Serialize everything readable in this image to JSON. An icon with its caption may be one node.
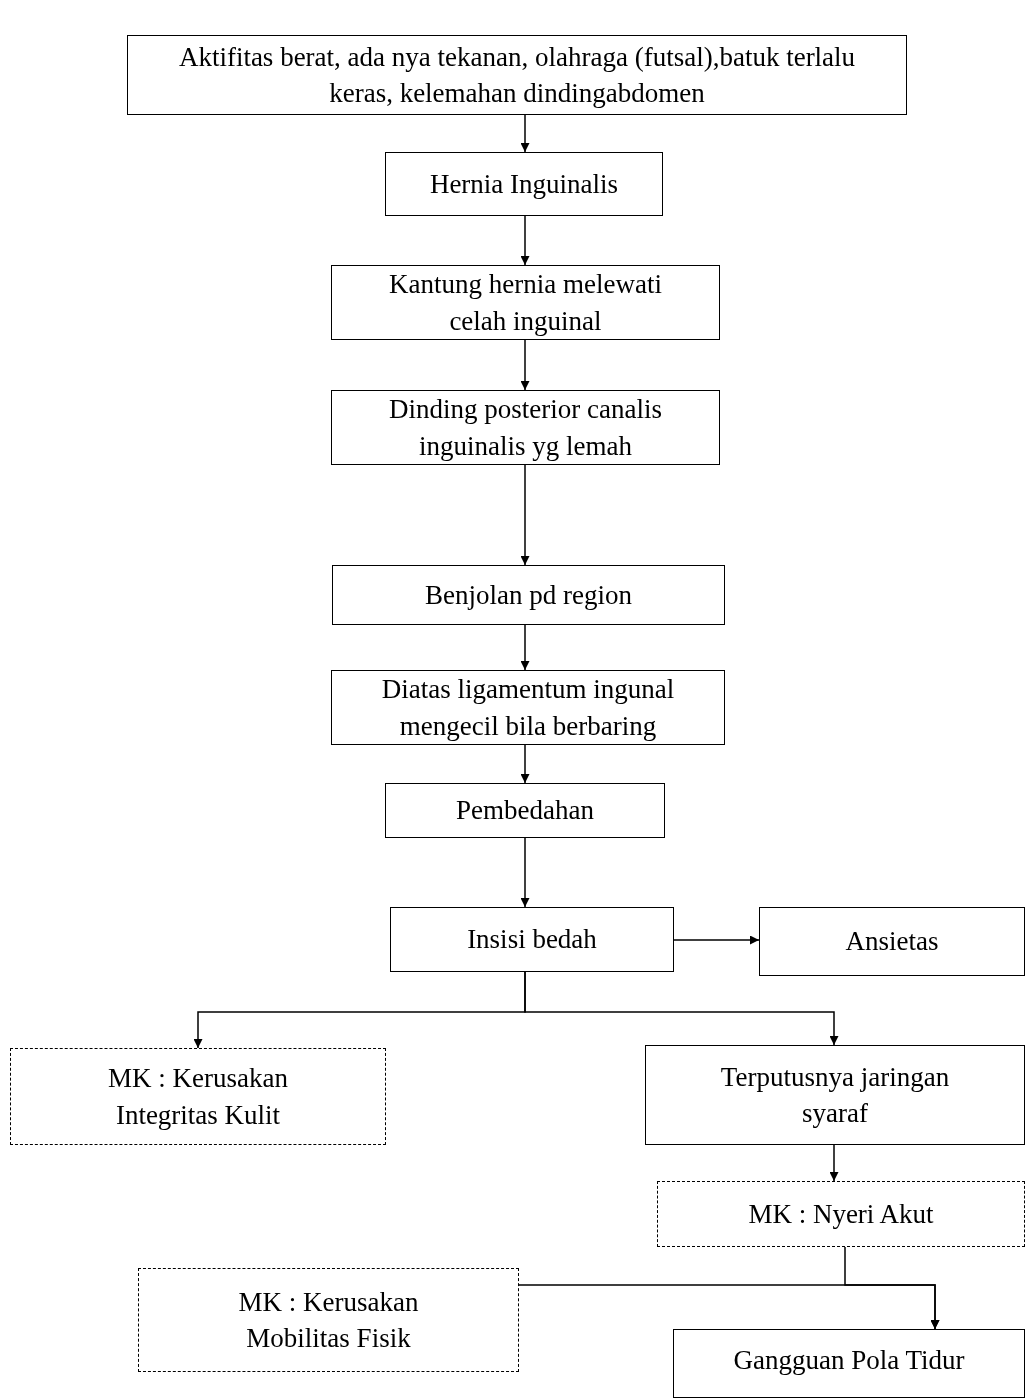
{
  "diagram": {
    "nodes": [
      {
        "text": [
          "Aktifitas berat, ada nya tekanan, olahraga (futsal),batuk terlalu keras, kelemahan dindingabdomen"
        ]
      },
      {
        "text": [
          "Hernia Inguinalis"
        ]
      },
      {
        "text": [
          "Kantung hernia melewati celah inguinal"
        ]
      },
      {
        "text": [
          "Dinding posterior canalis inguinalis yg lemah"
        ]
      },
      {
        "text": [
          "Benjolan pd region"
        ]
      },
      {
        "text": [
          "Diatas ligamentum ingunal mengecil bila berbaring"
        ]
      },
      {
        "text": [
          "Pembedahan"
        ]
      },
      {
        "text": [
          "Insisi bedah"
        ]
      },
      {
        "text": [
          "Ansietas"
        ]
      },
      {
        "text": [
          "MK : Kerusakan Integritas Kulit"
        ]
      },
      {
        "text": [
          "Terputusnya jaringan syaraf"
        ]
      },
      {
        "text": [
          "MK : Nyeri Akut"
        ]
      },
      {
        "text": [
          "MK : Kerusakan Mobilitas Fisik"
        ]
      },
      {
        "text": [
          "Gangguan Pola Tidur"
        ]
      }
    ],
    "edges": [
      {
        "from": 0,
        "to": 1,
        "arrow": "to"
      },
      {
        "from": 1,
        "to": 2,
        "arrow": "to"
      },
      {
        "from": 2,
        "to": 3,
        "arrow": "to"
      },
      {
        "from": 3,
        "to": 4,
        "arrow": "to"
      },
      {
        "from": 4,
        "to": 5,
        "arrow": "to"
      },
      {
        "from": 5,
        "to": 6,
        "arrow": "to"
      },
      {
        "from": 6,
        "to": 7,
        "arrow": "to"
      },
      {
        "from": 7,
        "to": 8,
        "arrow": "to"
      },
      {
        "from": 7,
        "to": 9,
        "arrow": "to"
      },
      {
        "from": 7,
        "to": 10,
        "arrow": "to"
      },
      {
        "from": 10,
        "to": 11,
        "arrow": "to"
      },
      {
        "from": 11,
        "to": 13,
        "arrow": "to"
      },
      {
        "from": 12,
        "to": 13,
        "arrow": "to"
      }
    ]
  }
}
